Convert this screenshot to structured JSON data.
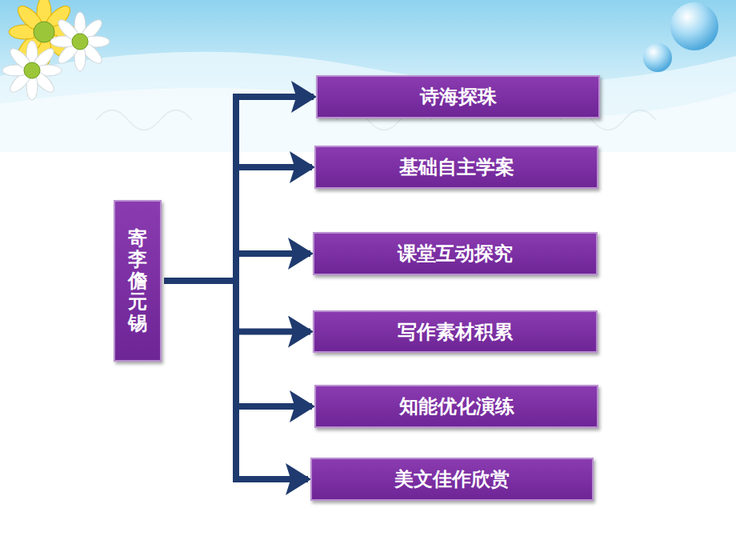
{
  "diagram": {
    "nodes": [
      {
        "text": [
          "寄李儋元锡"
        ]
      },
      {
        "text": [
          "诗海探珠"
        ]
      },
      {
        "text": [
          "基础自主学案"
        ]
      },
      {
        "text": [
          "课堂互动探究"
        ]
      },
      {
        "text": [
          "写作素材积累"
        ]
      },
      {
        "text": [
          "知能优化演练"
        ]
      },
      {
        "text": [
          "美文佳作欣赏"
        ]
      }
    ],
    "edges": [
      {
        "from": 0,
        "to": 1,
        "arrow": "to"
      },
      {
        "from": 0,
        "to": 2,
        "arrow": "to"
      },
      {
        "from": 0,
        "to": 3,
        "arrow": "to"
      },
      {
        "from": 0,
        "to": 4,
        "arrow": "to"
      },
      {
        "from": 0,
        "to": 5,
        "arrow": "to"
      },
      {
        "from": 0,
        "to": 6,
        "arrow": "to"
      }
    ]
  }
}
